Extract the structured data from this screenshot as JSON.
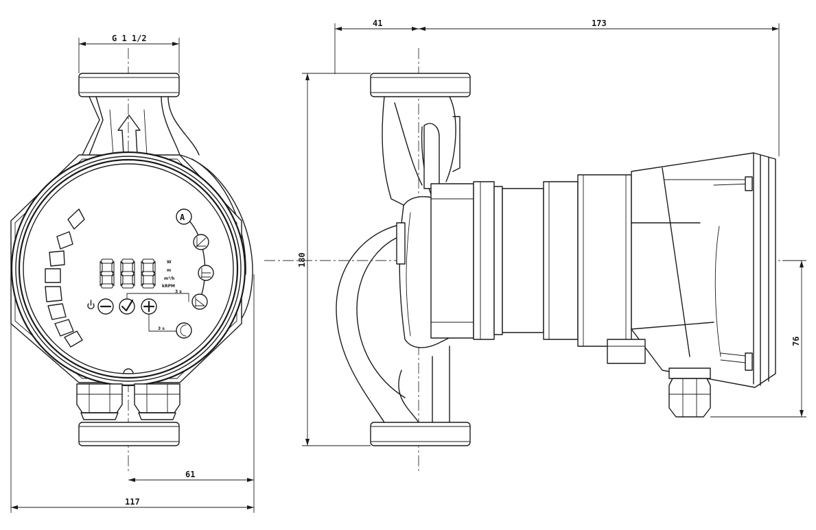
{
  "dimensions": {
    "thread": "G 1 1/2",
    "d41": "41",
    "d173": "173",
    "d180": "180",
    "d76": "76",
    "d61": "61",
    "d117": "117"
  },
  "panel": {
    "mode_a": "A",
    "units": [
      "W",
      "m",
      "m³/h",
      "kRPM"
    ],
    "timer_upper": "3 s",
    "timer_lower": "3 s"
  },
  "icons": [
    "power-icon",
    "minus-icon",
    "check-icon",
    "plus-icon",
    "night-mode-icon",
    "auto-mode-icon",
    "proportional-pressure-icon",
    "constant-pressure-icon",
    "constant-curve-icon"
  ]
}
